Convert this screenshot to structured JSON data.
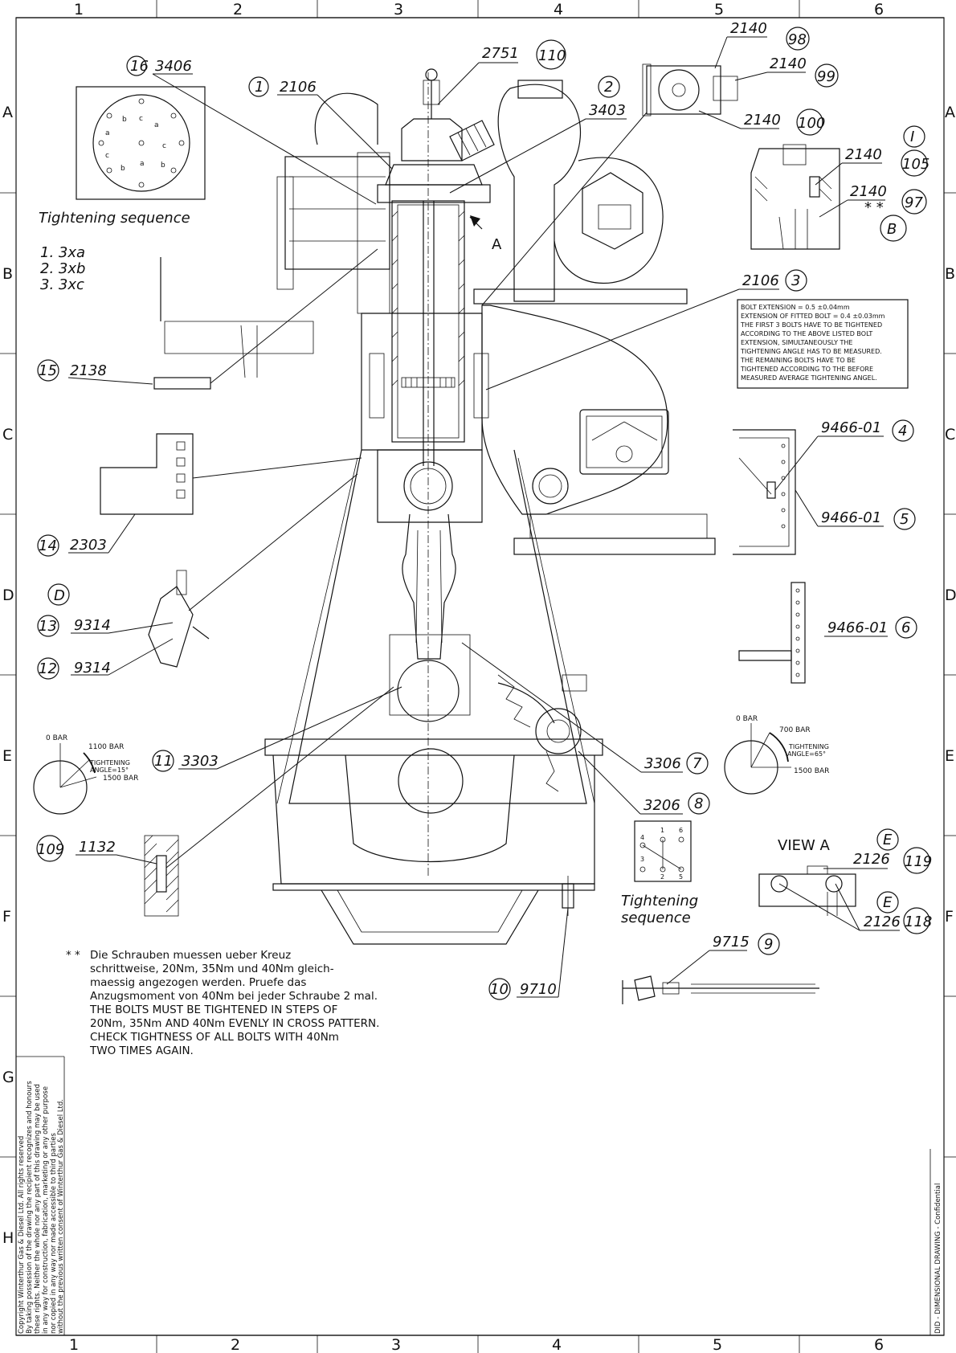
{
  "grid": {
    "columns": [
      "1",
      "2",
      "3",
      "4",
      "5",
      "6"
    ],
    "rows": [
      "A",
      "B",
      "C",
      "D",
      "E",
      "F",
      "G",
      "H"
    ]
  },
  "callouts": [
    {
      "id": "c16",
      "num": "16",
      "part": "3406"
    },
    {
      "id": "c1",
      "num": "1",
      "part": "2106"
    },
    {
      "id": "c2751",
      "num": "",
      "part": "2751"
    },
    {
      "id": "c110",
      "num": "110",
      "part": ""
    },
    {
      "id": "c2",
      "num": "2",
      "part": "3403"
    },
    {
      "id": "c98",
      "num": "98",
      "part": "2140"
    },
    {
      "id": "c99",
      "num": "99",
      "part": "2140"
    },
    {
      "id": "c100",
      "num": "100",
      "part": "2140"
    },
    {
      "id": "c105",
      "num": "105",
      "part": "2140"
    },
    {
      "id": "c97",
      "num": "97",
      "part": "2140"
    },
    {
      "id": "c3",
      "num": "3",
      "part": "2106"
    },
    {
      "id": "c15",
      "num": "15",
      "part": "2138"
    },
    {
      "id": "c4",
      "num": "4",
      "part": "9466-01"
    },
    {
      "id": "c5",
      "num": "5",
      "part": "9466-01"
    },
    {
      "id": "c14",
      "num": "14",
      "part": "2303"
    },
    {
      "id": "c13",
      "num": "13",
      "part": "9314"
    },
    {
      "id": "c12",
      "num": "12",
      "part": "9314"
    },
    {
      "id": "c6",
      "num": "6",
      "part": "9466-01"
    },
    {
      "id": "c11",
      "num": "11",
      "part": "3303"
    },
    {
      "id": "c7",
      "num": "7",
      "part": "3306"
    },
    {
      "id": "c8",
      "num": "8",
      "part": "3206"
    },
    {
      "id": "c109",
      "num": "109",
      "part": "1132"
    },
    {
      "id": "c119",
      "num": "119",
      "part": "2126"
    },
    {
      "id": "c118",
      "num": "118",
      "part": "2126"
    },
    {
      "id": "c9",
      "num": "9",
      "part": "9715"
    },
    {
      "id": "c10",
      "num": "10",
      "part": "9710"
    }
  ],
  "letters": {
    "i": "I",
    "b": "B",
    "d": "D",
    "e1": "E",
    "e2": "E",
    "a": "A",
    "stars": "* *"
  },
  "tightening_top": {
    "title": "Tightening sequence",
    "steps": [
      "1.  3xa",
      "2.  3xb",
      "3.  3xc"
    ],
    "hole_labels": [
      "a",
      "b",
      "c",
      "a",
      "c",
      "b",
      "a",
      "b",
      "c"
    ]
  },
  "tightening_bottom": {
    "line1": "Tightening",
    "line2": "sequence",
    "numbers": [
      "4",
      "1",
      "6",
      "3",
      "2",
      "5"
    ]
  },
  "bolt_note": [
    "BOLT EXTENSION = 0.5 ±0.04mm",
    "EXTENSION OF FITTED BOLT = 0.4 ±0.03mm",
    "THE FIRST 3 BOLTS HAVE TO BE TIGHTENED",
    "ACCORDING TO THE ABOVE LISTED BOLT",
    "EXTENSION, SIMULTANEOUSLY THE",
    "TIGHTENING ANGLE HAS TO BE MEASURED.",
    "THE REMAINING BOLTS HAVE TO BE",
    "TIGHTENED ACCORDING TO THE BEFORE",
    "MEASURED AVERAGE TIGHTENING ANGEL."
  ],
  "gauge_left": {
    "zero": "0 BAR",
    "mid": "1100 BAR",
    "angle1": "TIGHTENING",
    "angle2": "ANGLE=15°",
    "max": "1500 BAR"
  },
  "gauge_right": {
    "zero": "0 BAR",
    "mid": "700 BAR",
    "angle1": "TIGHTENING",
    "angle2": "ANGLE=65°",
    "max": "1500 BAR"
  },
  "view_a": "VIEW A",
  "instructions": {
    "marker": "* *",
    "lines": [
      "Die Schrauben muessen ueber Kreuz",
      "schrittweise, 20Nm, 35Nm und 40Nm gleich-",
      "maessig angezogen werden. Pruefe das",
      "Anzugsmoment von 40Nm bei jeder Schraube 2 mal.",
      "THE BOLTS MUST BE TIGHTENED IN STEPS OF",
      "20Nm, 35Nm AND 40Nm EVENLY IN CROSS PATTERN.",
      "CHECK TIGHTNESS OF ALL BOLTS WITH 40Nm",
      "TWO TIMES AGAIN."
    ]
  },
  "copyright_lines": [
    "Copyright Winterthur Gas & Diesel Ltd. All rights reserved",
    "By taking possession of the drawing the recipient recognizes and honours",
    "these rights. Neither the whole nor any part of this drawing may be used",
    "in any way for construction, fabrication, marketing or any other purpose",
    "nor copied in any way nor made accessible to third parties",
    "without the previous written consent of Winterthur Gas & Diesel Ltd."
  ],
  "side_label": "DID - DIMENSIONAL DRAWING - Confidential"
}
